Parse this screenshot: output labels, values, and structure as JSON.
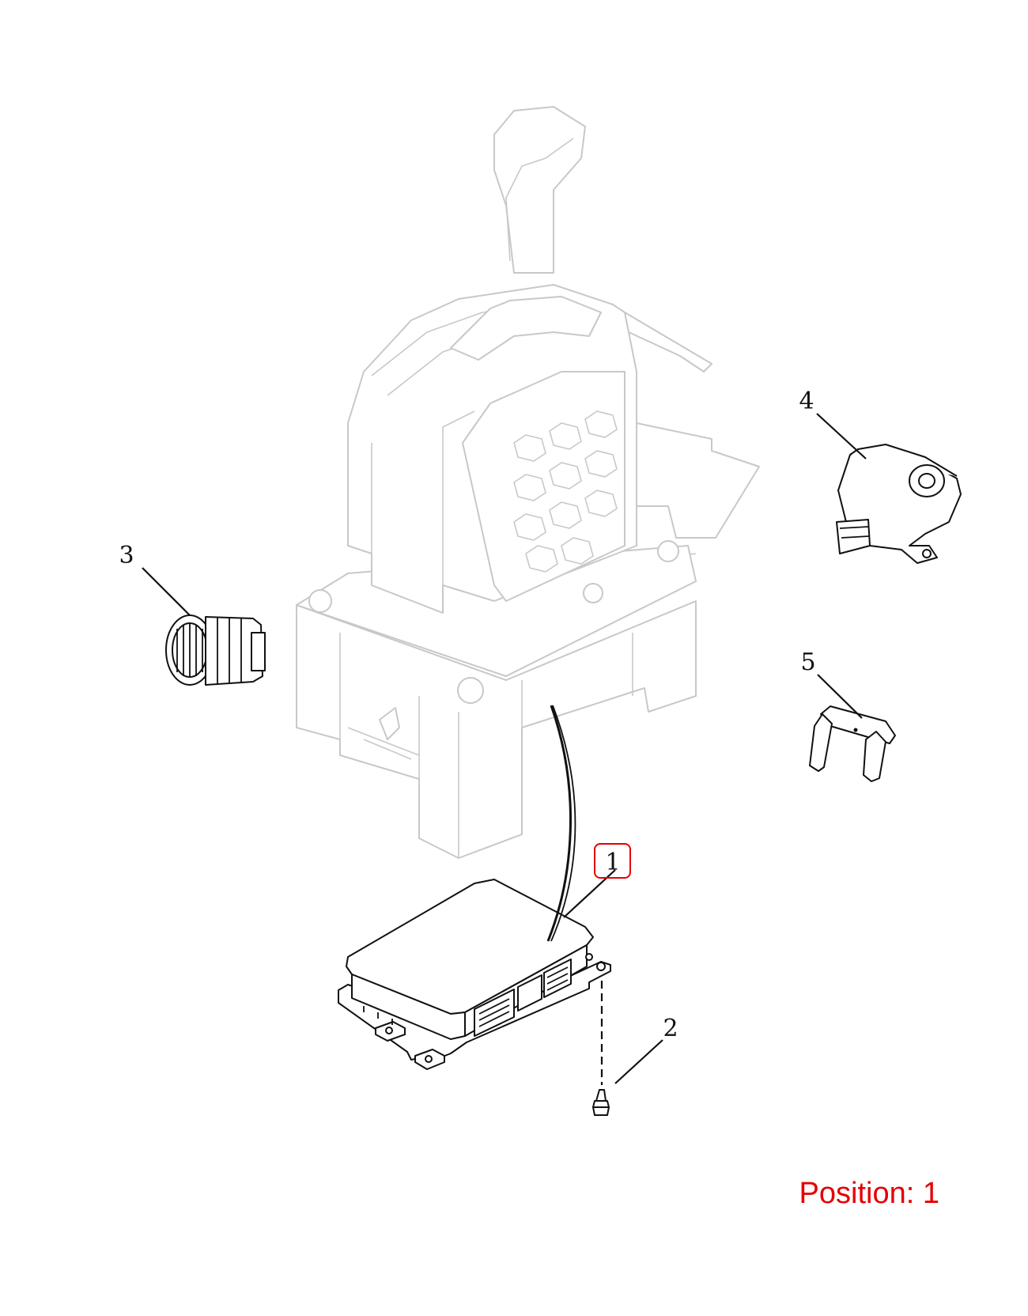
{
  "callouts": [
    {
      "number": "1",
      "part": "module",
      "highlighted": true
    },
    {
      "number": "2",
      "part": "bolt",
      "highlighted": false
    },
    {
      "number": "3",
      "part": "connector",
      "highlighted": false
    },
    {
      "number": "4",
      "part": "sensor",
      "highlighted": false
    },
    {
      "number": "5",
      "part": "clip",
      "highlighted": false
    }
  ],
  "position_label": "Position: 1",
  "colors": {
    "highlight": "#e60000",
    "line": "#111111",
    "ghost": "#c8c8c8"
  }
}
